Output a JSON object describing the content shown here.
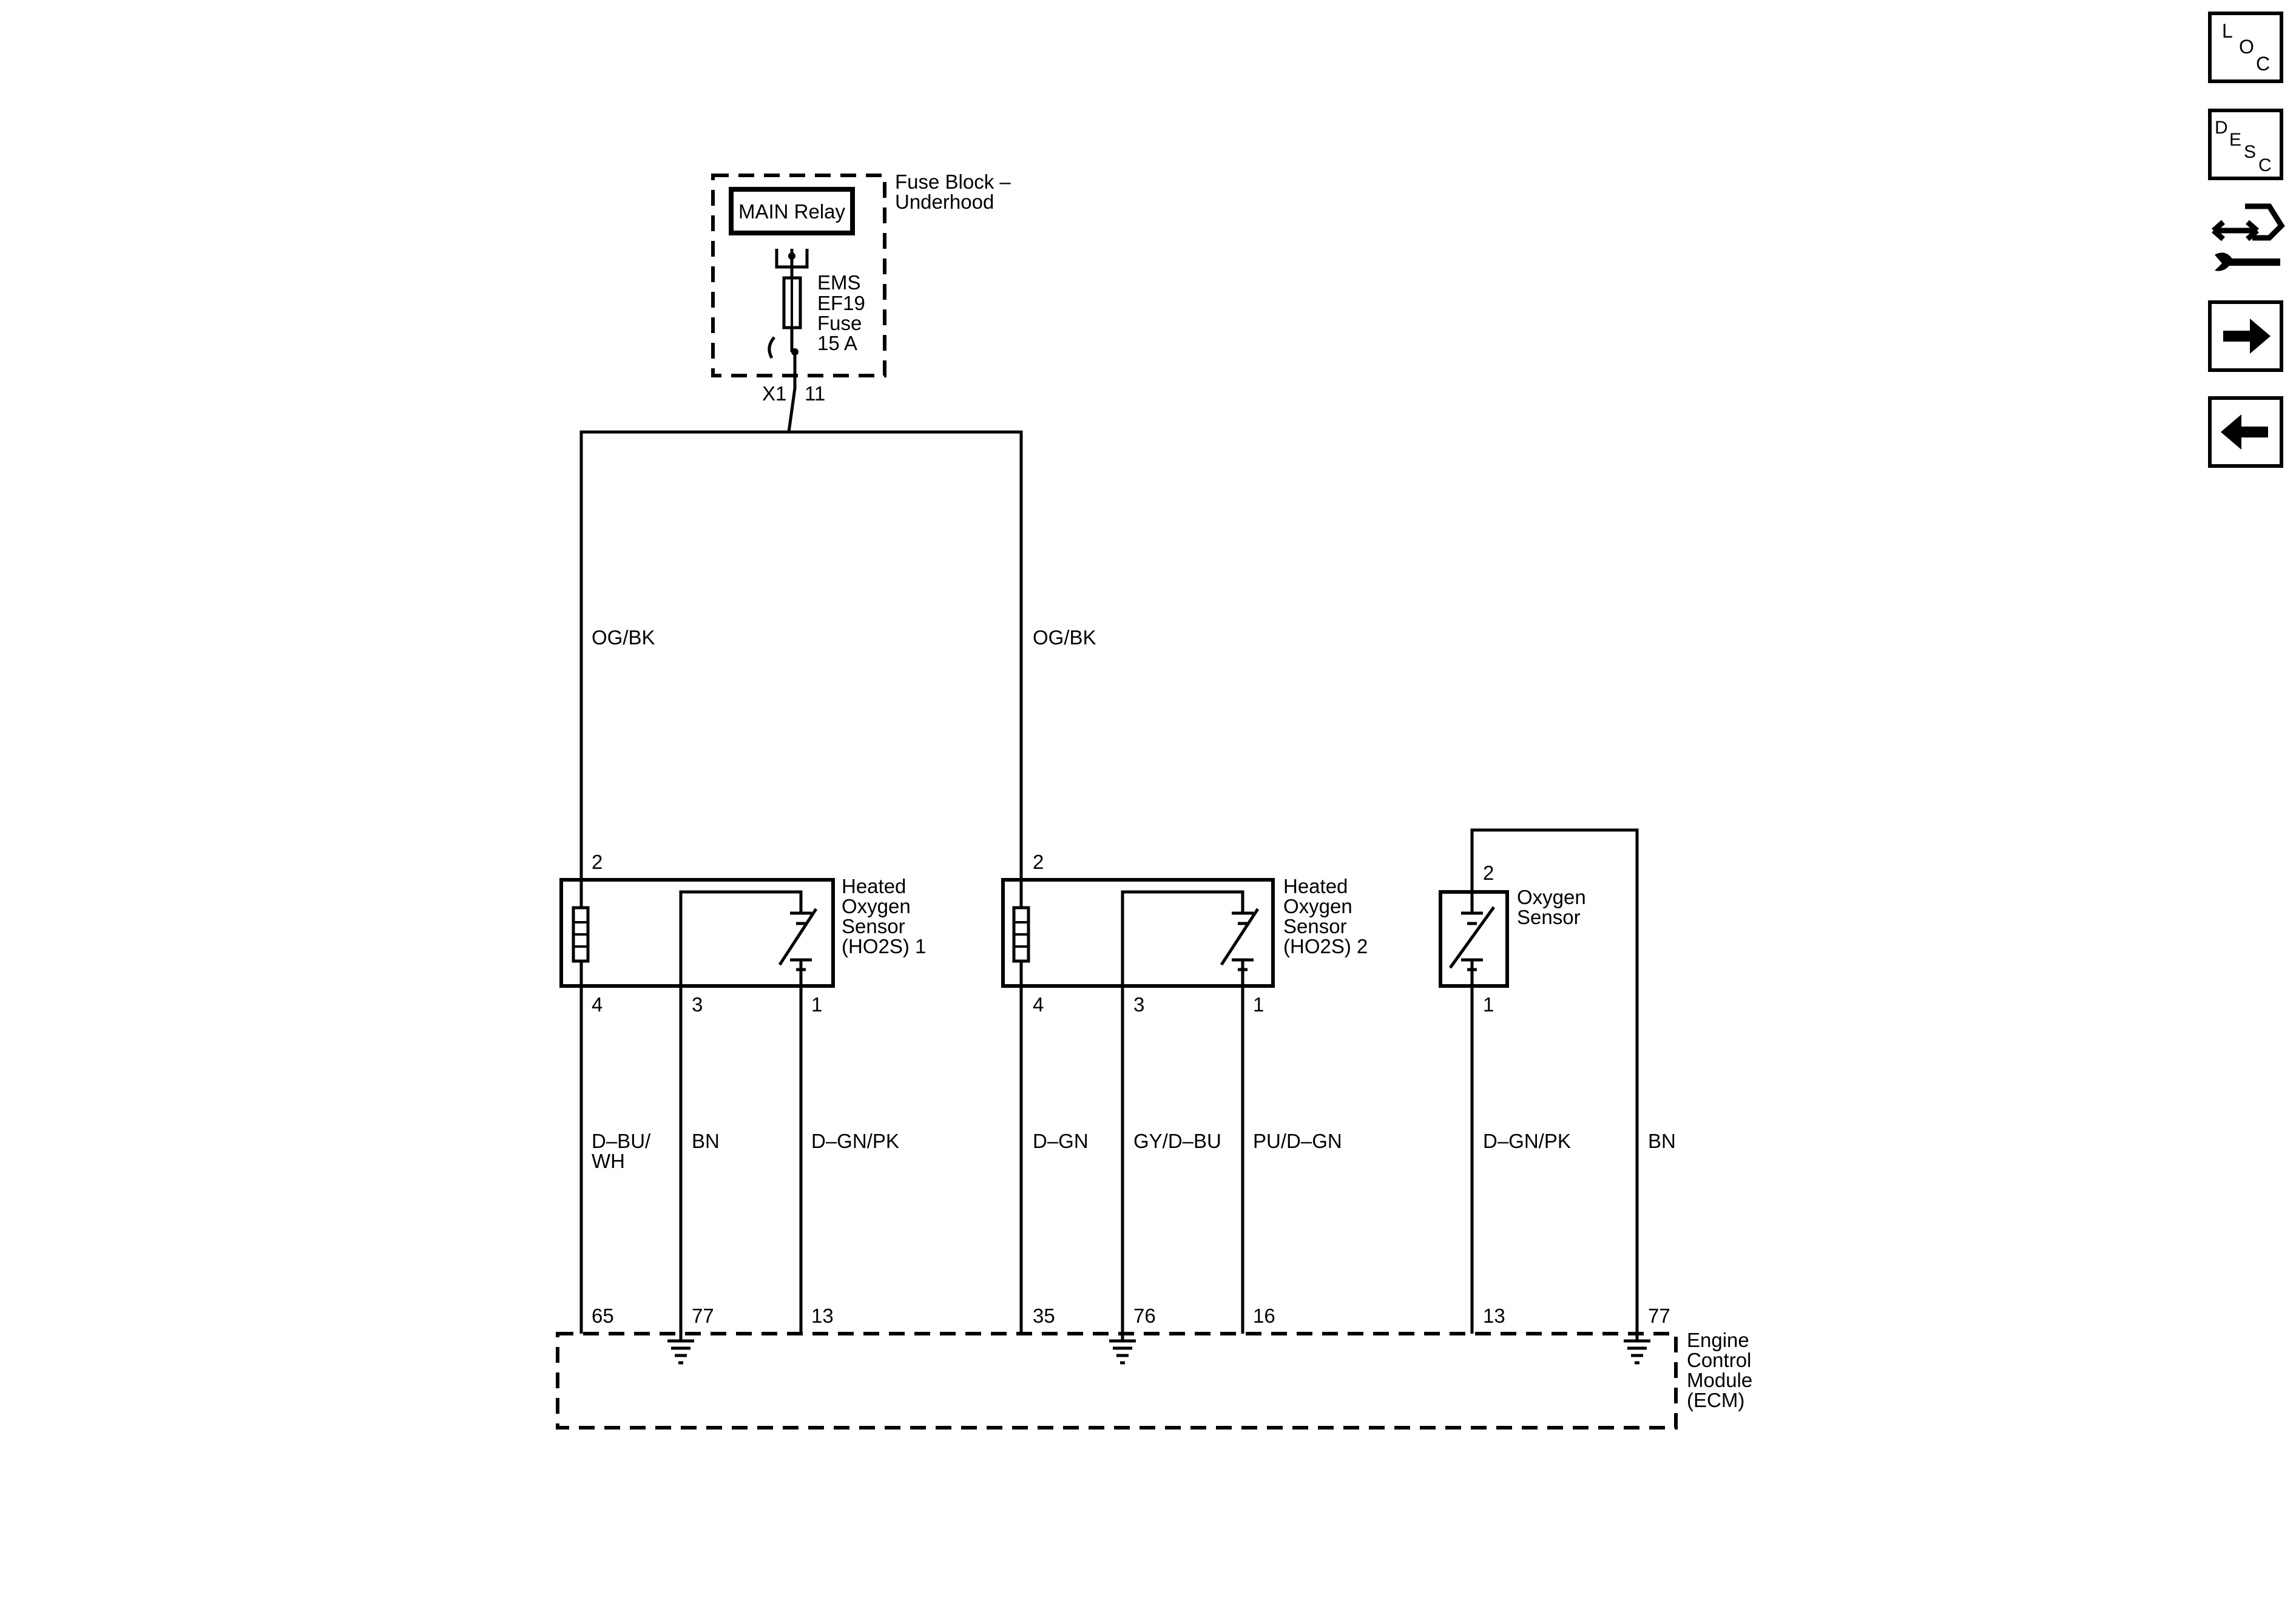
{
  "fuse_block": {
    "title_line1": "Fuse Block –",
    "title_line2": "Underhood",
    "relay_label": "MAIN Relay",
    "fuse_line1": "EMS",
    "fuse_line2": "EF19",
    "fuse_line3": "Fuse",
    "fuse_line4": "15 A",
    "connector": "X1",
    "pin": "11"
  },
  "wires": {
    "left_supply": "OG/BK",
    "right_supply": "OG/BK"
  },
  "ho2s1": {
    "name_line1": "Heated",
    "name_line2": "Oxygen",
    "name_line3": "Sensor",
    "name_line4": "(HO2S) 1",
    "pin_top": "2",
    "pin_a": "4",
    "pin_b": "3",
    "pin_c": "1",
    "wire_a_line1": "D–BU/",
    "wire_a_line2": "WH",
    "wire_b": "BN",
    "wire_c": "D–GN/PK",
    "ecm_a": "65",
    "ecm_b": "77",
    "ecm_c": "13"
  },
  "ho2s2": {
    "name_line1": "Heated",
    "name_line2": "Oxygen",
    "name_line3": "Sensor",
    "name_line4": "(HO2S) 2",
    "pin_top": "2",
    "pin_a": "4",
    "pin_b": "3",
    "pin_c": "1",
    "wire_a": "D–GN",
    "wire_b": "GY/D–BU",
    "wire_c": "PU/D–GN",
    "ecm_a": "35",
    "ecm_b": "76",
    "ecm_c": "16"
  },
  "o2s": {
    "name_line1": "Oxygen",
    "name_line2": "Sensor",
    "pin_top": "2",
    "pin_bottom": "1",
    "wire_a": "D–GN/PK",
    "wire_b": "BN",
    "ecm_a": "13",
    "ecm_b": "77"
  },
  "ecm": {
    "line1": "Engine",
    "line2": "Control",
    "line3": "Module",
    "line4": "(ECM)"
  },
  "nav": {
    "loc": [
      "L",
      "O",
      "C"
    ],
    "desc": [
      "D",
      "E",
      "S",
      "C"
    ]
  }
}
